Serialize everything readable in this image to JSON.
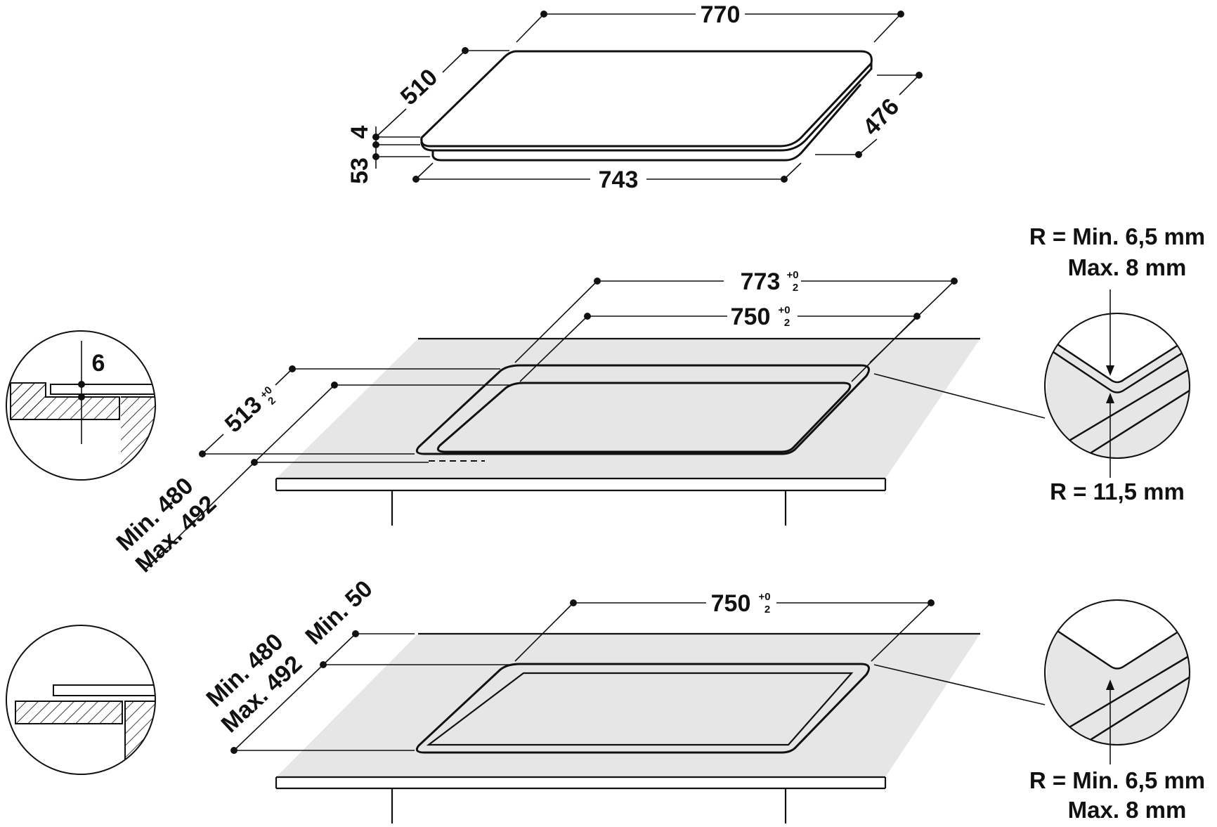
{
  "colors": {
    "ink": "#111111",
    "counter_fill": "#e6e6e6",
    "background": "#ffffff"
  },
  "hob": {
    "width_top": "770",
    "depth_top": "510",
    "glass_thickness": "4",
    "body_height": "53",
    "depth_body": "476",
    "width_body": "743"
  },
  "flush": {
    "outer_width": "773",
    "inner_width": "750",
    "tolerance_plus": "+0",
    "tolerance_minus": "2",
    "outer_depth": "513",
    "depth_min": "Min. 480",
    "depth_max": "Max. 492",
    "rebate_depth": "6",
    "corner_outer_line1": "R = Min. 6,5 mm",
    "corner_outer_line2": "Max. 8 mm",
    "corner_inner": "R = 11,5 mm"
  },
  "standard": {
    "cutout_width": "750",
    "tolerance_plus": "+0",
    "tolerance_minus": "2",
    "min_front": "Min. 50",
    "depth_min": "Min. 480",
    "depth_max": "Max. 492",
    "corner_line1": "R = Min. 6,5 mm",
    "corner_line2": "Max. 8 mm"
  }
}
